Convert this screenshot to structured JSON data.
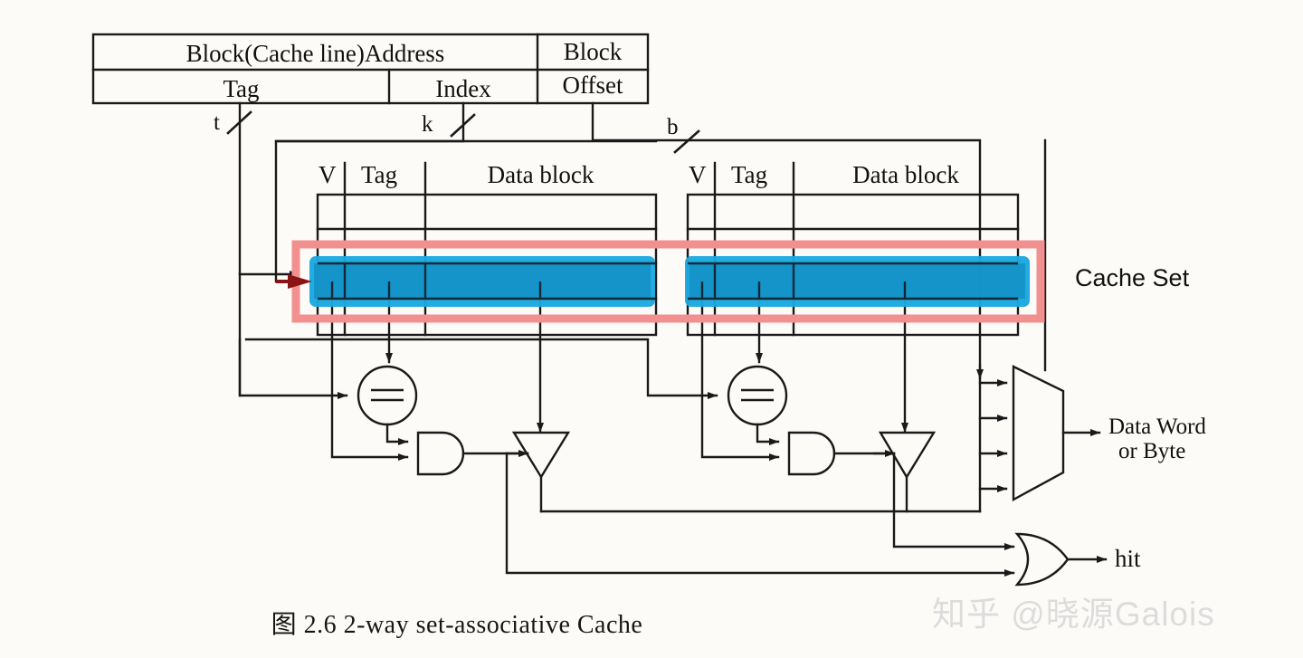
{
  "figure": {
    "caption": "图 2.6   2-way set-associative Cache",
    "watermark": "知乎 @晓源Galois",
    "highlight_label": "Cache Set",
    "colors": {
      "line": "#1a1a1a",
      "highlight_fill": "#15a6dd",
      "highlight_fill_dark": "#1391c6",
      "highlight_outline": "#f08a8a",
      "watermark": "#dcdcdc"
    }
  },
  "address": {
    "top_row": [
      {
        "label": "Block(Cache line)Address"
      },
      {
        "label": "Block\nOffset"
      }
    ],
    "top_left_label": "Block(Cache line)Address",
    "block_offset_line1": "Block",
    "block_offset_line2": "Offset",
    "bottom_row": [
      {
        "label": "Tag"
      },
      {
        "label": "Index"
      }
    ],
    "tag_label": "Tag",
    "index_label": "Index"
  },
  "buses": {
    "tag_width": "t",
    "index_width": "k",
    "offset_width": "b"
  },
  "ways": [
    {
      "name": "way-0",
      "columns": {
        "valid": "V",
        "tag": "Tag",
        "data": "Data block"
      }
    },
    {
      "name": "way-1",
      "columns": {
        "valid": "V",
        "tag": "Tag",
        "data": "Data block"
      }
    }
  ],
  "logic": {
    "comparator_symbol": "=",
    "and_gate_name": "and-gate",
    "buffer_name": "tri-state-buffer",
    "or_gate_name": "or-gate",
    "mux_name": "multiplexer",
    "mux_inputs": 4
  },
  "outputs": {
    "data_word_line1": "Data Word",
    "data_word_line2": "or Byte",
    "hit": "hit"
  }
}
